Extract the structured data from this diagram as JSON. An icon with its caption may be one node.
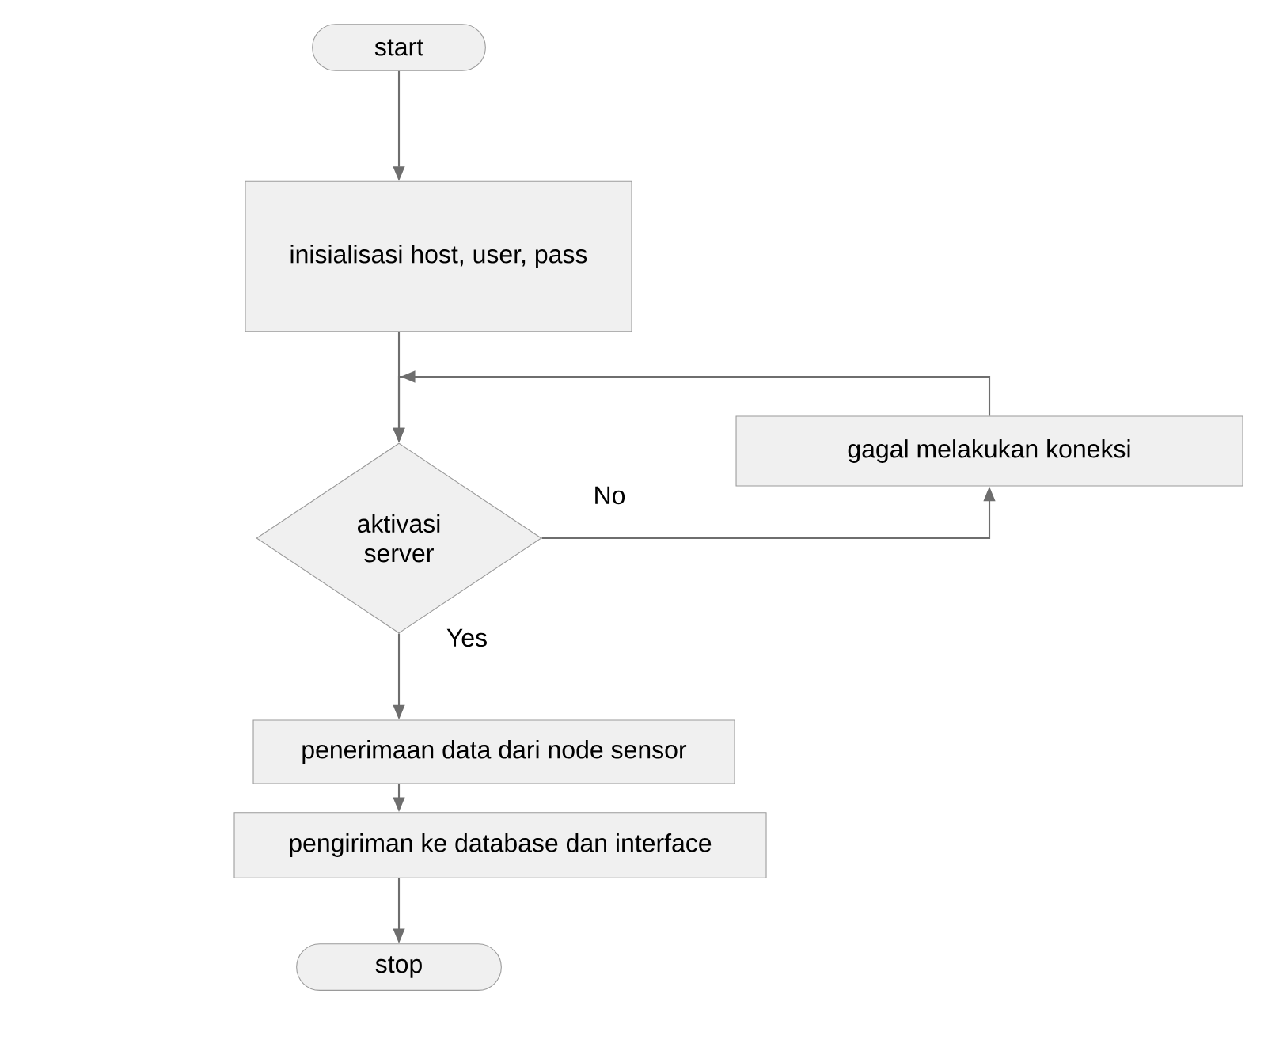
{
  "diagram": {
    "nodes": [
      {
        "text": [
          "start"
        ]
      },
      {
        "text": [
          "inisialisasi host, user, pass"
        ]
      },
      {
        "text": [
          "gagal melakukan koneksi"
        ]
      },
      {
        "text": [
          "aktivasi server"
        ]
      },
      {
        "text": [
          "penerimaan data dari node sensor"
        ]
      },
      {
        "text": [
          "pengiriman ke database dan interface"
        ]
      },
      {
        "text": [
          "stop"
        ]
      }
    ],
    "edges": [
      {
        "from": 0,
        "to": 1,
        "arrow": "to"
      },
      {
        "from": 1,
        "to": 3,
        "arrow": "to"
      },
      {
        "from": 3,
        "to": 2,
        "arrow": "to",
        "label": "No"
      },
      {
        "from": 2,
        "to": 3,
        "arrow": "to"
      },
      {
        "from": 3,
        "to": 4,
        "arrow": "to",
        "label": "Yes"
      },
      {
        "from": 4,
        "to": 5,
        "arrow": "to"
      },
      {
        "from": 5,
        "to": 6,
        "arrow": "to"
      }
    ]
  }
}
